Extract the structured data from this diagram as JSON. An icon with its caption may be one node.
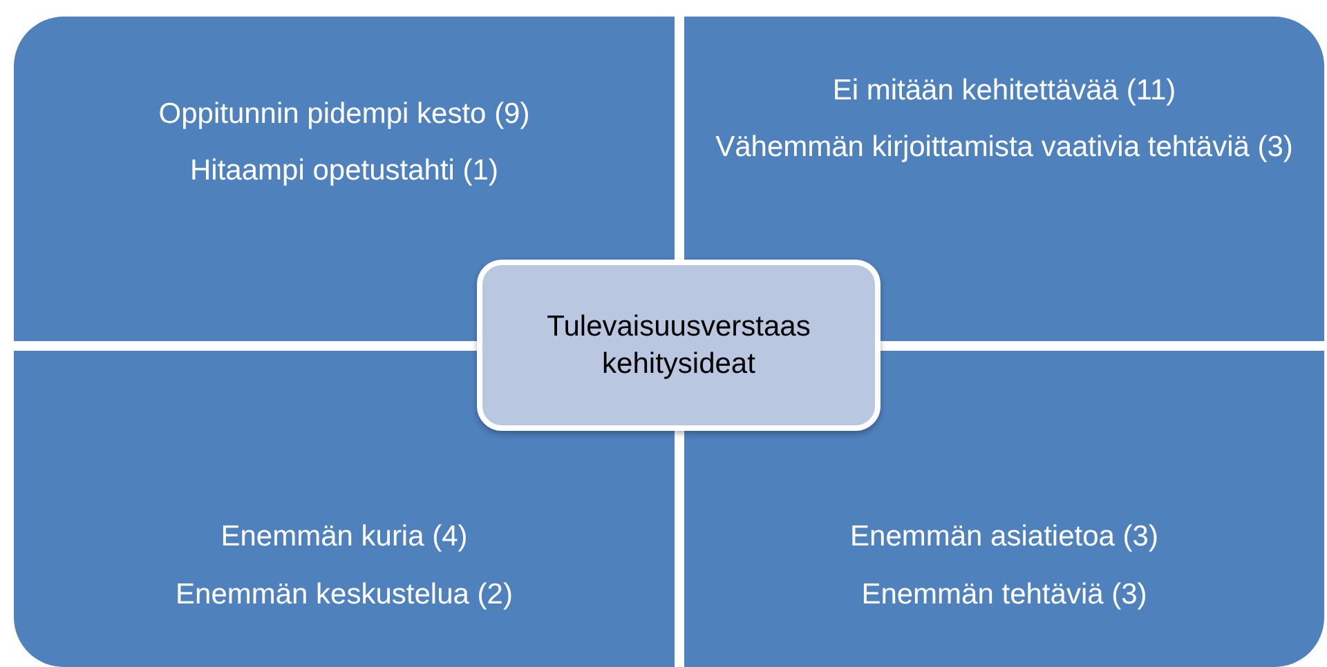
{
  "diagram": {
    "nodes": [
      {
        "text": [
          "Oppitunnin pidempi kesto (9)",
          "Hitaampi opetustahti (1)"
        ]
      },
      {
        "text": [
          "Ei mitään kehitettävää (11)",
          "Vähemmän kirjoittamista vaativia tehtäviä (3)"
        ]
      },
      {
        "text": [
          "Enemmän kuria (4)",
          "Enemmän keskustelua (2)"
        ]
      },
      {
        "text": [
          "Enemmän asiatietoa (3)",
          "Enemmän tehtäviä (3)"
        ]
      },
      {
        "text": [
          "Tulevaisuusverstaas kehitysideat"
        ]
      }
    ]
  }
}
